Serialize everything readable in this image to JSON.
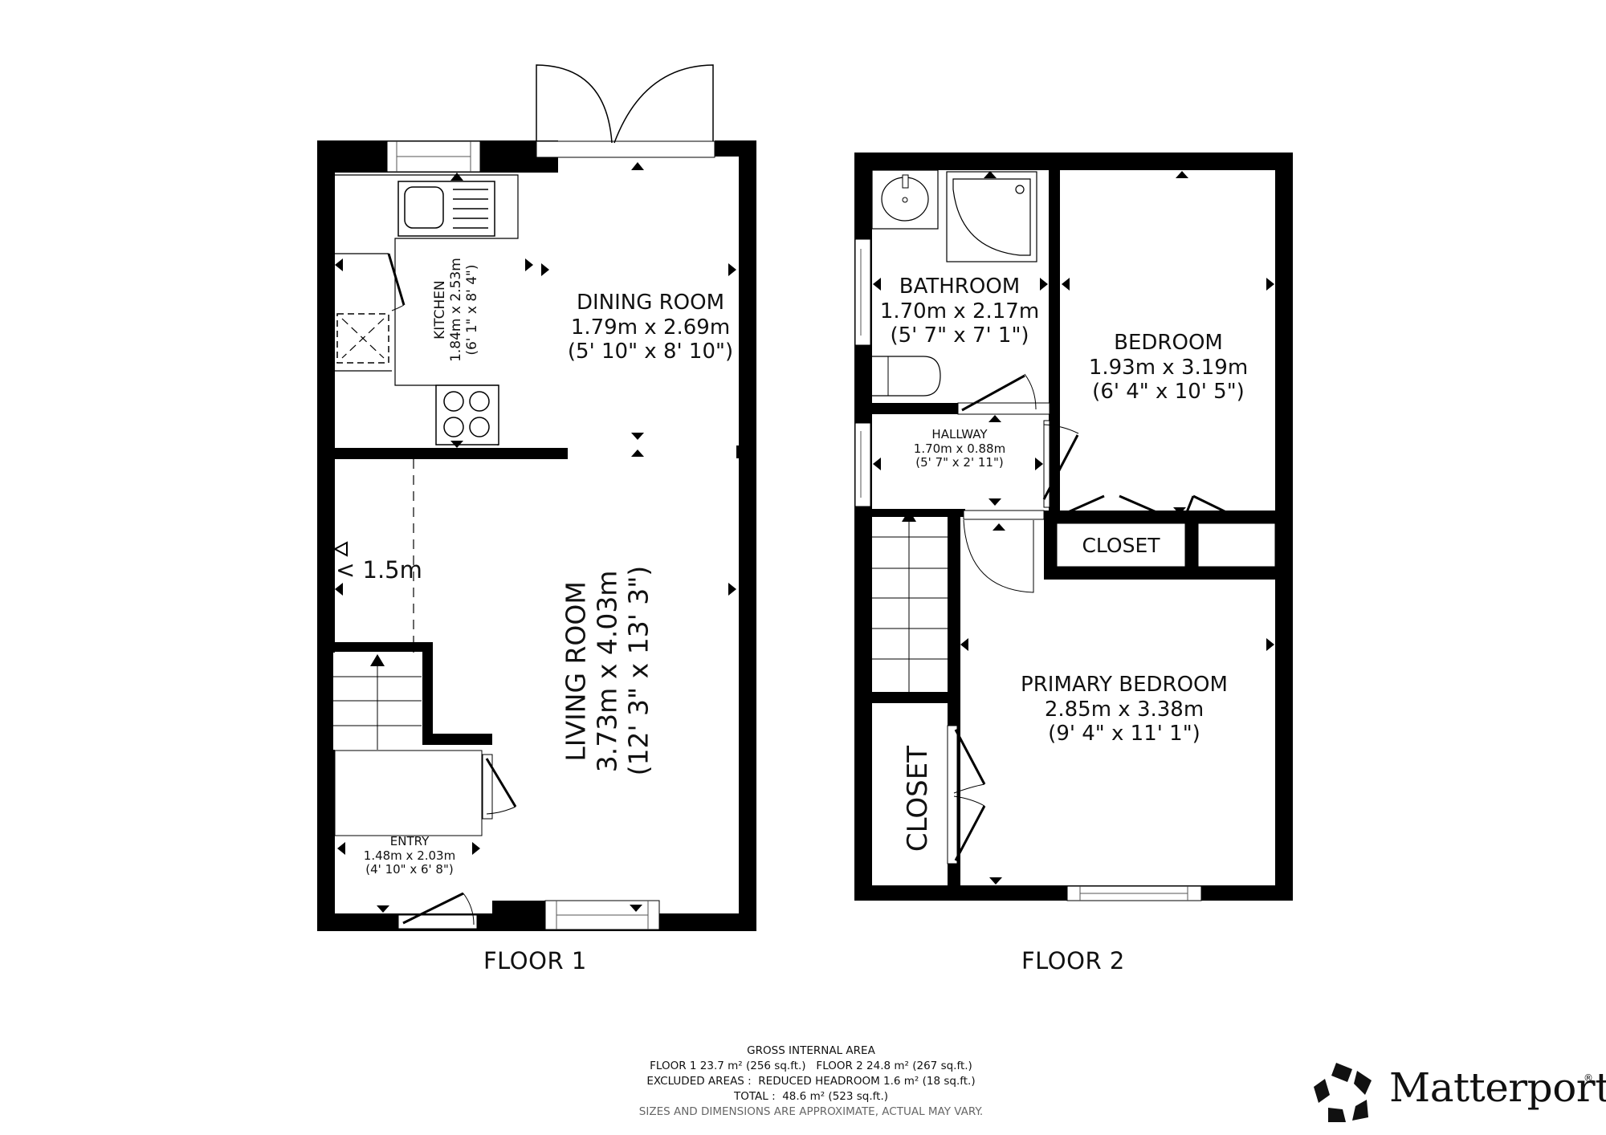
{
  "floor1": {
    "caption": "FLOOR 1",
    "rooms": {
      "dining": {
        "name": "DINING ROOM",
        "metric": "1.79m x 2.69m",
        "imperial": "(5' 10\" x 8' 10\")"
      },
      "kitchen": {
        "name": "KITCHEN",
        "metric": "1.84m x 2.53m",
        "imperial": "(6' 1\" x 8' 4\")"
      },
      "living": {
        "name": "LIVING ROOM",
        "metric": "3.73m x 4.03m",
        "imperial": "(12' 3\" x 13' 3\")"
      },
      "entry": {
        "name": "ENTRY",
        "metric": "1.48m x 2.03m",
        "imperial": "(4' 10\" x 6' 8\")"
      }
    },
    "headroom_marker": "< 1.5m"
  },
  "floor2": {
    "caption": "FLOOR 2",
    "rooms": {
      "bathroom": {
        "name": "BATHROOM",
        "metric": "1.70m x 2.17m",
        "imperial": "(5' 7\" x 7' 1\")"
      },
      "bedroom": {
        "name": "BEDROOM",
        "metric": "1.93m x 3.19m",
        "imperial": "(6' 4\" x 10' 5\")"
      },
      "hallway": {
        "name": "HALLWAY",
        "metric": "1.70m x 0.88m",
        "imperial": "(5' 7\" x 2' 11\")"
      },
      "closet_top": {
        "name": "CLOSET"
      },
      "closet_side": {
        "name": "CLOSET"
      },
      "primary": {
        "name": "PRIMARY BEDROOM",
        "metric": "2.85m x 3.38m",
        "imperial": "(9' 4\" x 11' 1\")"
      }
    }
  },
  "area_summary": {
    "title": "GROSS INTERNAL AREA",
    "floors_line": "FLOOR 1 23.7 m² (256 sq.ft.)   FLOOR 2 24.8 m² (267 sq.ft.)",
    "excluded_line": "EXCLUDED AREAS :  REDUCED HEADROOM 1.6 m² (18 sq.ft.)",
    "total_line": "TOTAL :  48.6 m² (523 sq.ft.)",
    "disclaimer": "SIZES AND DIMENSIONS ARE APPROXIMATE, ACTUAL MAY VARY."
  },
  "brand": {
    "name": "Matterport",
    "reg": "®",
    "icon": "matterport-logo-icon"
  },
  "colors": {
    "wall": "#000000",
    "background": "#ffffff",
    "text": "#111111",
    "note": "#666666"
  }
}
